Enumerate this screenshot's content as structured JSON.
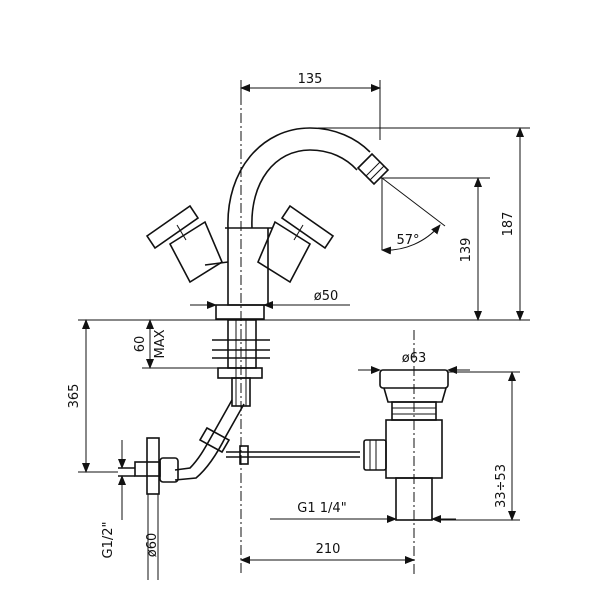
{
  "dimensions": {
    "spout_reach": "135",
    "total_height": "187",
    "spout_height": "139",
    "spray_angle": "57°",
    "base_diameter": "ø50",
    "deck_thickness": "60",
    "deck_max": "MAX",
    "supply_length": "365",
    "waste_diameter": "ø63",
    "waste_range": "33÷53",
    "waste_thread": "G1  1/4\"",
    "supply_thread": "G1/2\"",
    "rosette_diameter": "ø60",
    "waste_distance": "210"
  },
  "colors": {
    "line": "#111111",
    "background": "#ffffff"
  }
}
